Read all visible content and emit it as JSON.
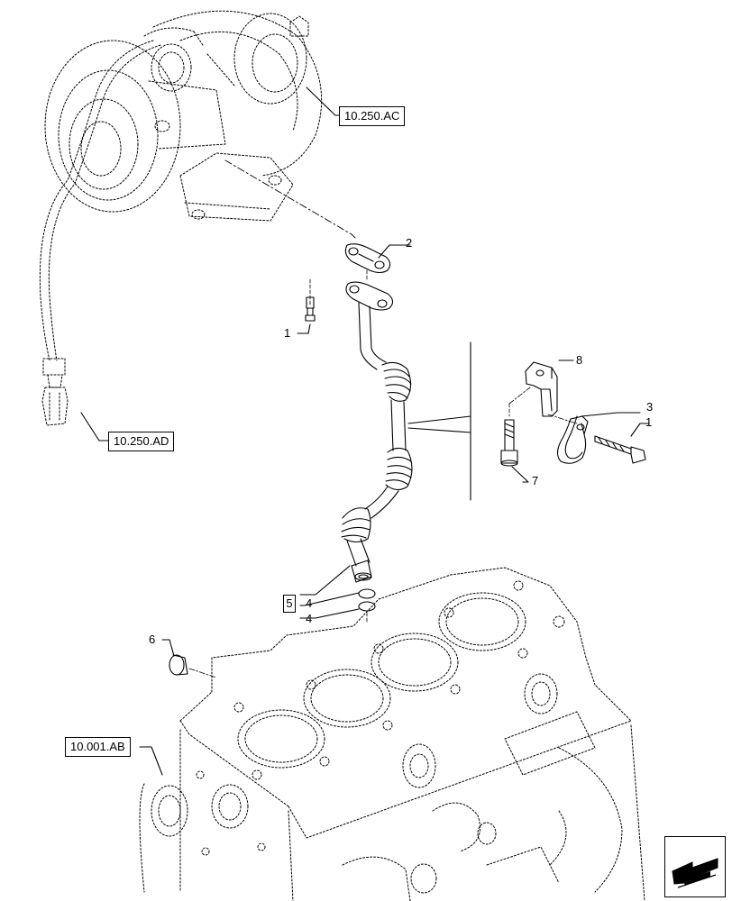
{
  "references": {
    "turbocharger": "10.250.AC",
    "turbo_hose": "10.250.AD",
    "engine_block": "10.001.AB"
  },
  "callouts": {
    "bolt_left": "1",
    "gasket": "2",
    "clamp": "3",
    "o_ring_upper": "4",
    "o_ring_lower": "4",
    "kit": "5",
    "plug": "6",
    "screw": "7",
    "bracket": "8",
    "bolt_right": "1"
  }
}
